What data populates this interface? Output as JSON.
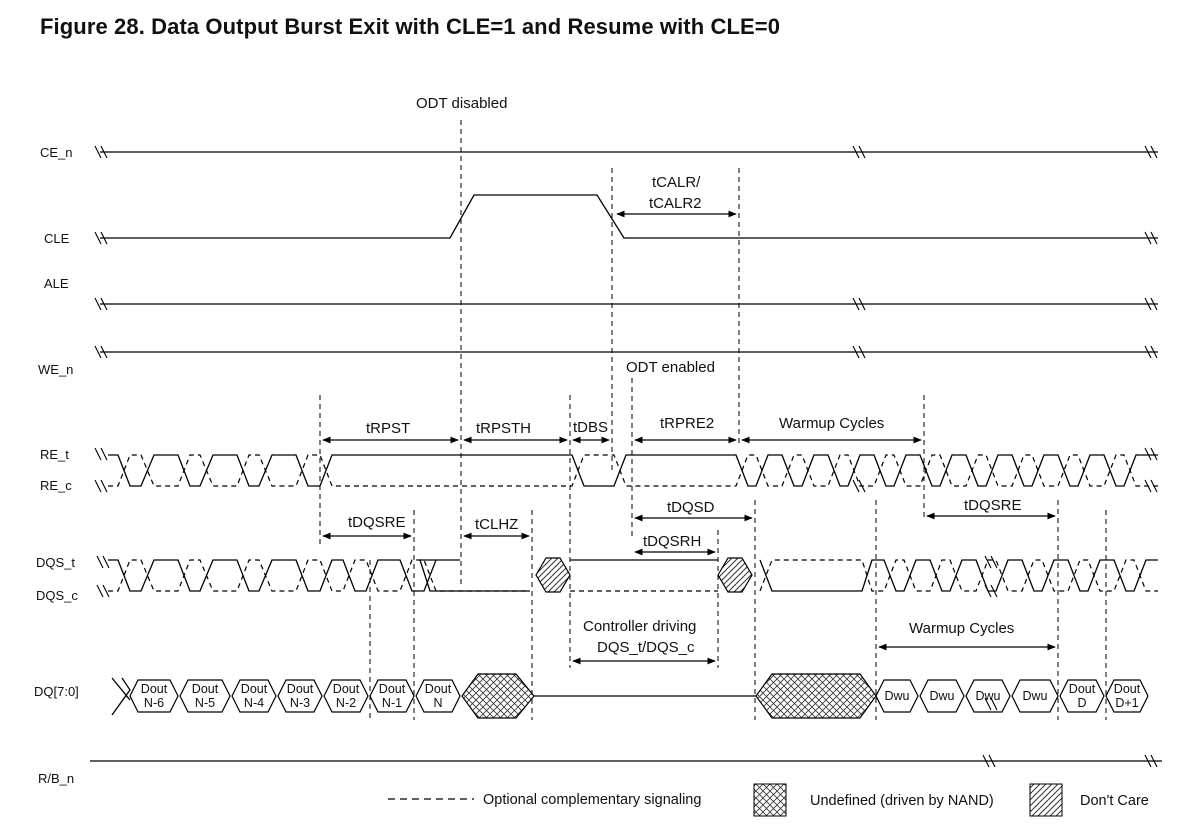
{
  "title": "Figure 28. Data Output Burst Exit with CLE=1 and Resume with CLE=0",
  "signals": {
    "ce_n": "CE_n",
    "cle": "CLE",
    "ale": "ALE",
    "we_n": "WE_n",
    "re_t": "RE_t",
    "re_c": "RE_c",
    "dqs_t": "DQS_t",
    "dqs_c": "DQS_c",
    "dq": "DQ[7:0]",
    "rb_n": "R/B_n"
  },
  "annotations": {
    "odt_disabled": "ODT disabled",
    "odt_enabled": "ODT enabled",
    "tcalr_1": "tCALR/",
    "tcalr_2": "tCALR2",
    "trpst": "tRPST",
    "trpsth": "tRPSTH",
    "tdbs": "tDBS",
    "trpre2": "tRPRE2",
    "warmup_re": "Warmup Cycles",
    "tdqsre_1": "tDQSRE",
    "tclhz": "tCLHZ",
    "tdqsd": "tDQSD",
    "tdqsre_2": "tDQSRE",
    "tdqsrh": "tDQSRH",
    "controller_1": "Controller driving",
    "controller_2": "DQS_t/DQS_c",
    "warmup_dq": "Warmup Cycles"
  },
  "dq_cells": [
    {
      "l1": "Dout",
      "l2": "N-6"
    },
    {
      "l1": "Dout",
      "l2": "N-5"
    },
    {
      "l1": "Dout",
      "l2": "N-4"
    },
    {
      "l1": "Dout",
      "l2": "N-3"
    },
    {
      "l1": "Dout",
      "l2": "N-2"
    },
    {
      "l1": "Dout",
      "l2": "N-1"
    },
    {
      "l1": "Dout",
      "l2": "N"
    },
    {
      "l1": "Dwu",
      "l2": ""
    },
    {
      "l1": "Dwu",
      "l2": ""
    },
    {
      "l1": "Dwu",
      "l2": ""
    },
    {
      "l1": "Dwu",
      "l2": ""
    },
    {
      "l1": "Dout",
      "l2": "D"
    },
    {
      "l1": "Dout",
      "l2": "D+1"
    }
  ],
  "legend": {
    "optional": "Optional complementary signaling",
    "undefined": "Undefined (driven by NAND)",
    "dont_care": "Don't Care"
  }
}
